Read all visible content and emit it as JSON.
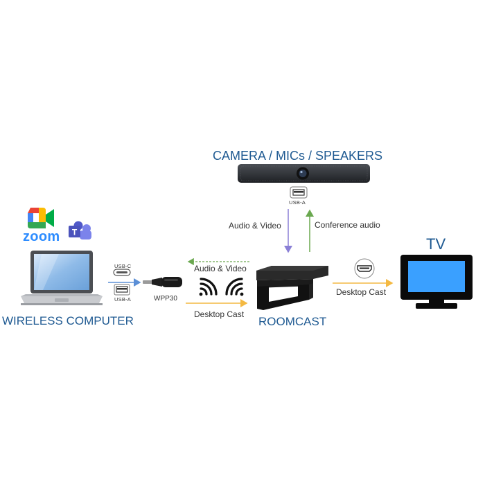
{
  "devices": {
    "camera": {
      "title": "CAMERA / MICs / SPEAKERS",
      "port": "USB-A"
    },
    "computer": {
      "title": "WIRELESS COMPUTER"
    },
    "dongle": {
      "name": "WPP30",
      "port_top": "USB-C",
      "port_bottom": "USB-A"
    },
    "roomcast": {
      "title": "ROOMCAST"
    },
    "tv": {
      "title": "TV"
    }
  },
  "logos": {
    "zoom": "zoom"
  },
  "flows": {
    "camera_to_roomcast": "Audio & Video",
    "roomcast_to_camera": "Conference audio",
    "roomcast_to_computer": "Audio & Video",
    "computer_to_roomcast": "Desktop Cast",
    "roomcast_to_tv": "Desktop Cast"
  },
  "colors": {
    "title_blue": "#1f5a92",
    "arrow_purple": "#8a7fd6",
    "arrow_green": "#6aa84f",
    "arrow_orange": "#f4b942",
    "arrow_blue": "#5b8fd6",
    "tv_frame": "#0a0a0a",
    "tv_screen": "#3aa0ff"
  }
}
